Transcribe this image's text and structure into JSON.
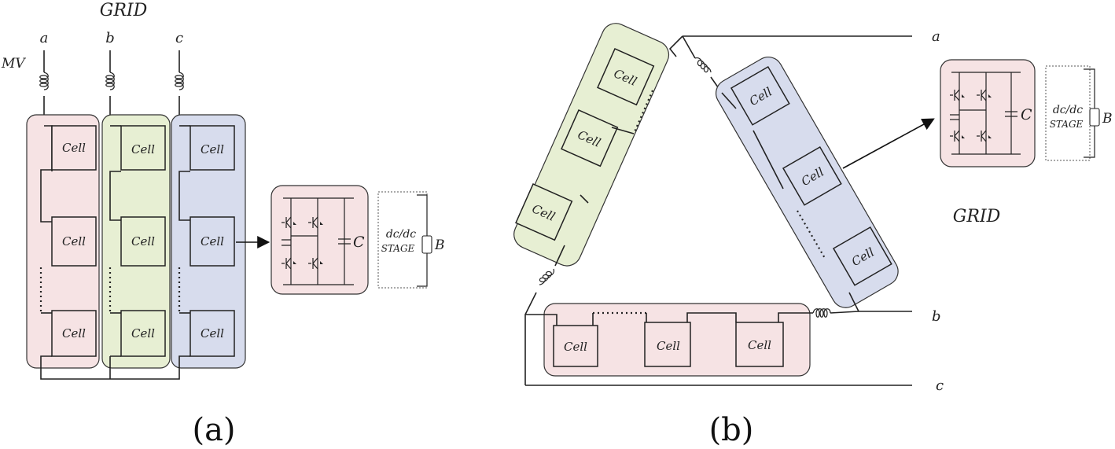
{
  "panel_a": {
    "grid_label": "GRID",
    "mv_label": "MV",
    "phase_labels": [
      "a",
      "b",
      "c"
    ],
    "cell_label": "Cell",
    "capacitor_label": "C",
    "stage_line1": "dc/dc",
    "stage_line2": "STAGE",
    "battery_label": "B",
    "caption": "(a)"
  },
  "panel_b": {
    "grid_label": "GRID",
    "phase_labels": [
      "a",
      "b",
      "c"
    ],
    "cell_label": "Cell",
    "capacitor_label": "C",
    "stage_line1": "dc/dc",
    "stage_line2": "STAGE",
    "battery_label": "B",
    "caption": "(b)"
  },
  "colors": {
    "pink": "#f6e3e4",
    "green": "#e7efd3",
    "blue": "#d7dced",
    "wire": "#222222"
  }
}
